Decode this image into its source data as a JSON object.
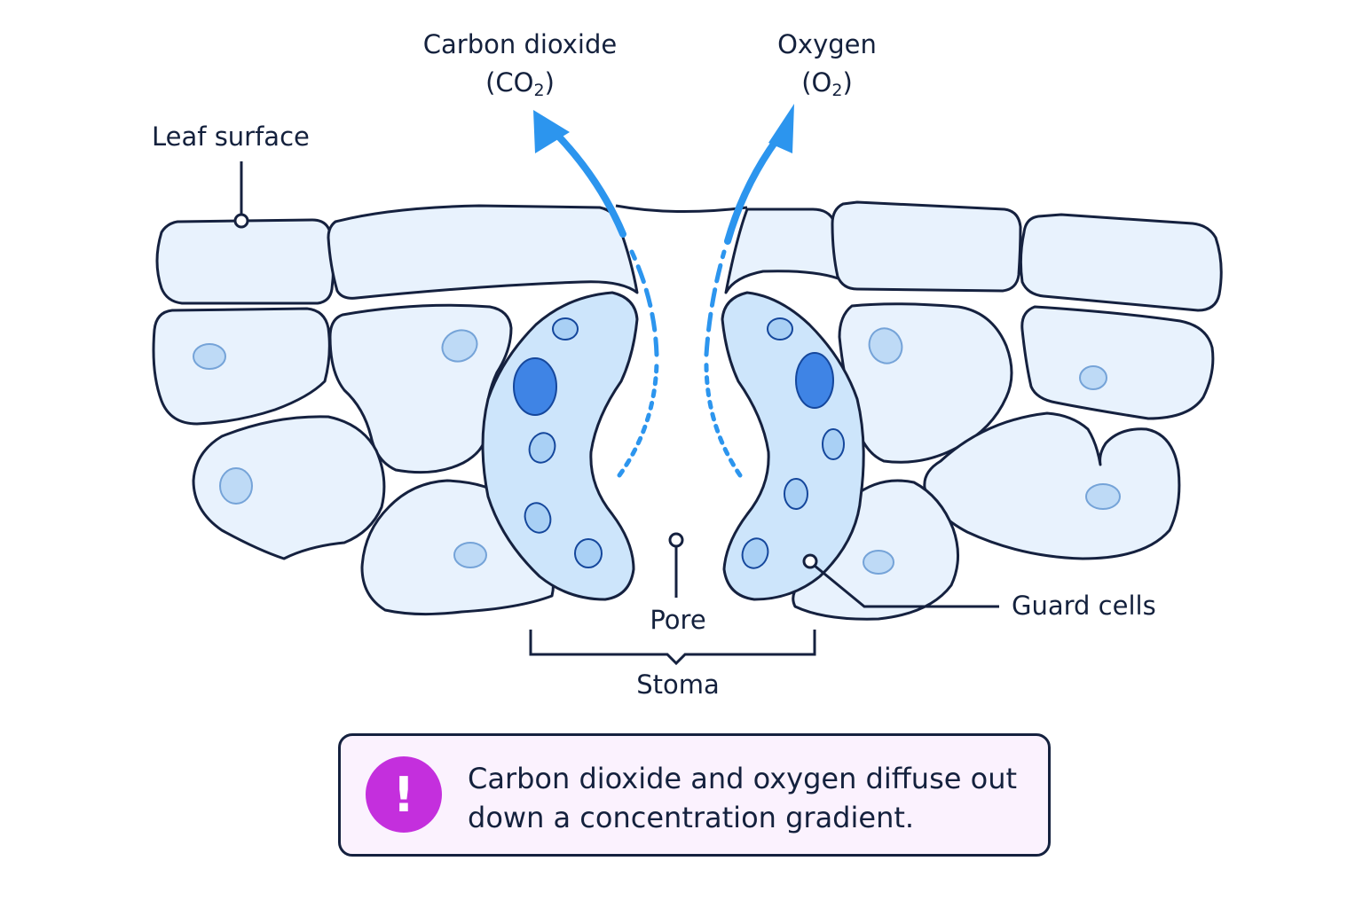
{
  "labels": {
    "leaf_surface": "Leaf surface",
    "co2_name": "Carbon dioxide",
    "co2_formula_open": "(CO",
    "co2_formula_sub": "2",
    "co2_formula_close": ")",
    "o2_name": "Oxygen",
    "o2_formula_open": "(O",
    "o2_formula_sub": "2",
    "o2_formula_close": ")",
    "pore": "Pore",
    "stoma": "Stoma",
    "guard_cells": "Guard cells"
  },
  "note": {
    "icon_symbol": "!",
    "icon": "exclamation-icon",
    "text": "Carbon dioxide and oxygen diffuse out\ndown a concentration gradient."
  },
  "colors": {
    "outline": "#15213f",
    "cell_fill": "#e8f2fd",
    "guard_fill": "#cde5fb",
    "chloroplast": "#a9d0f5",
    "chloroplast_dark": "#3f84e5",
    "arrow": "#2c95ee",
    "note_bg": "#fbf2fe",
    "note_icon": "#c42fdd"
  }
}
